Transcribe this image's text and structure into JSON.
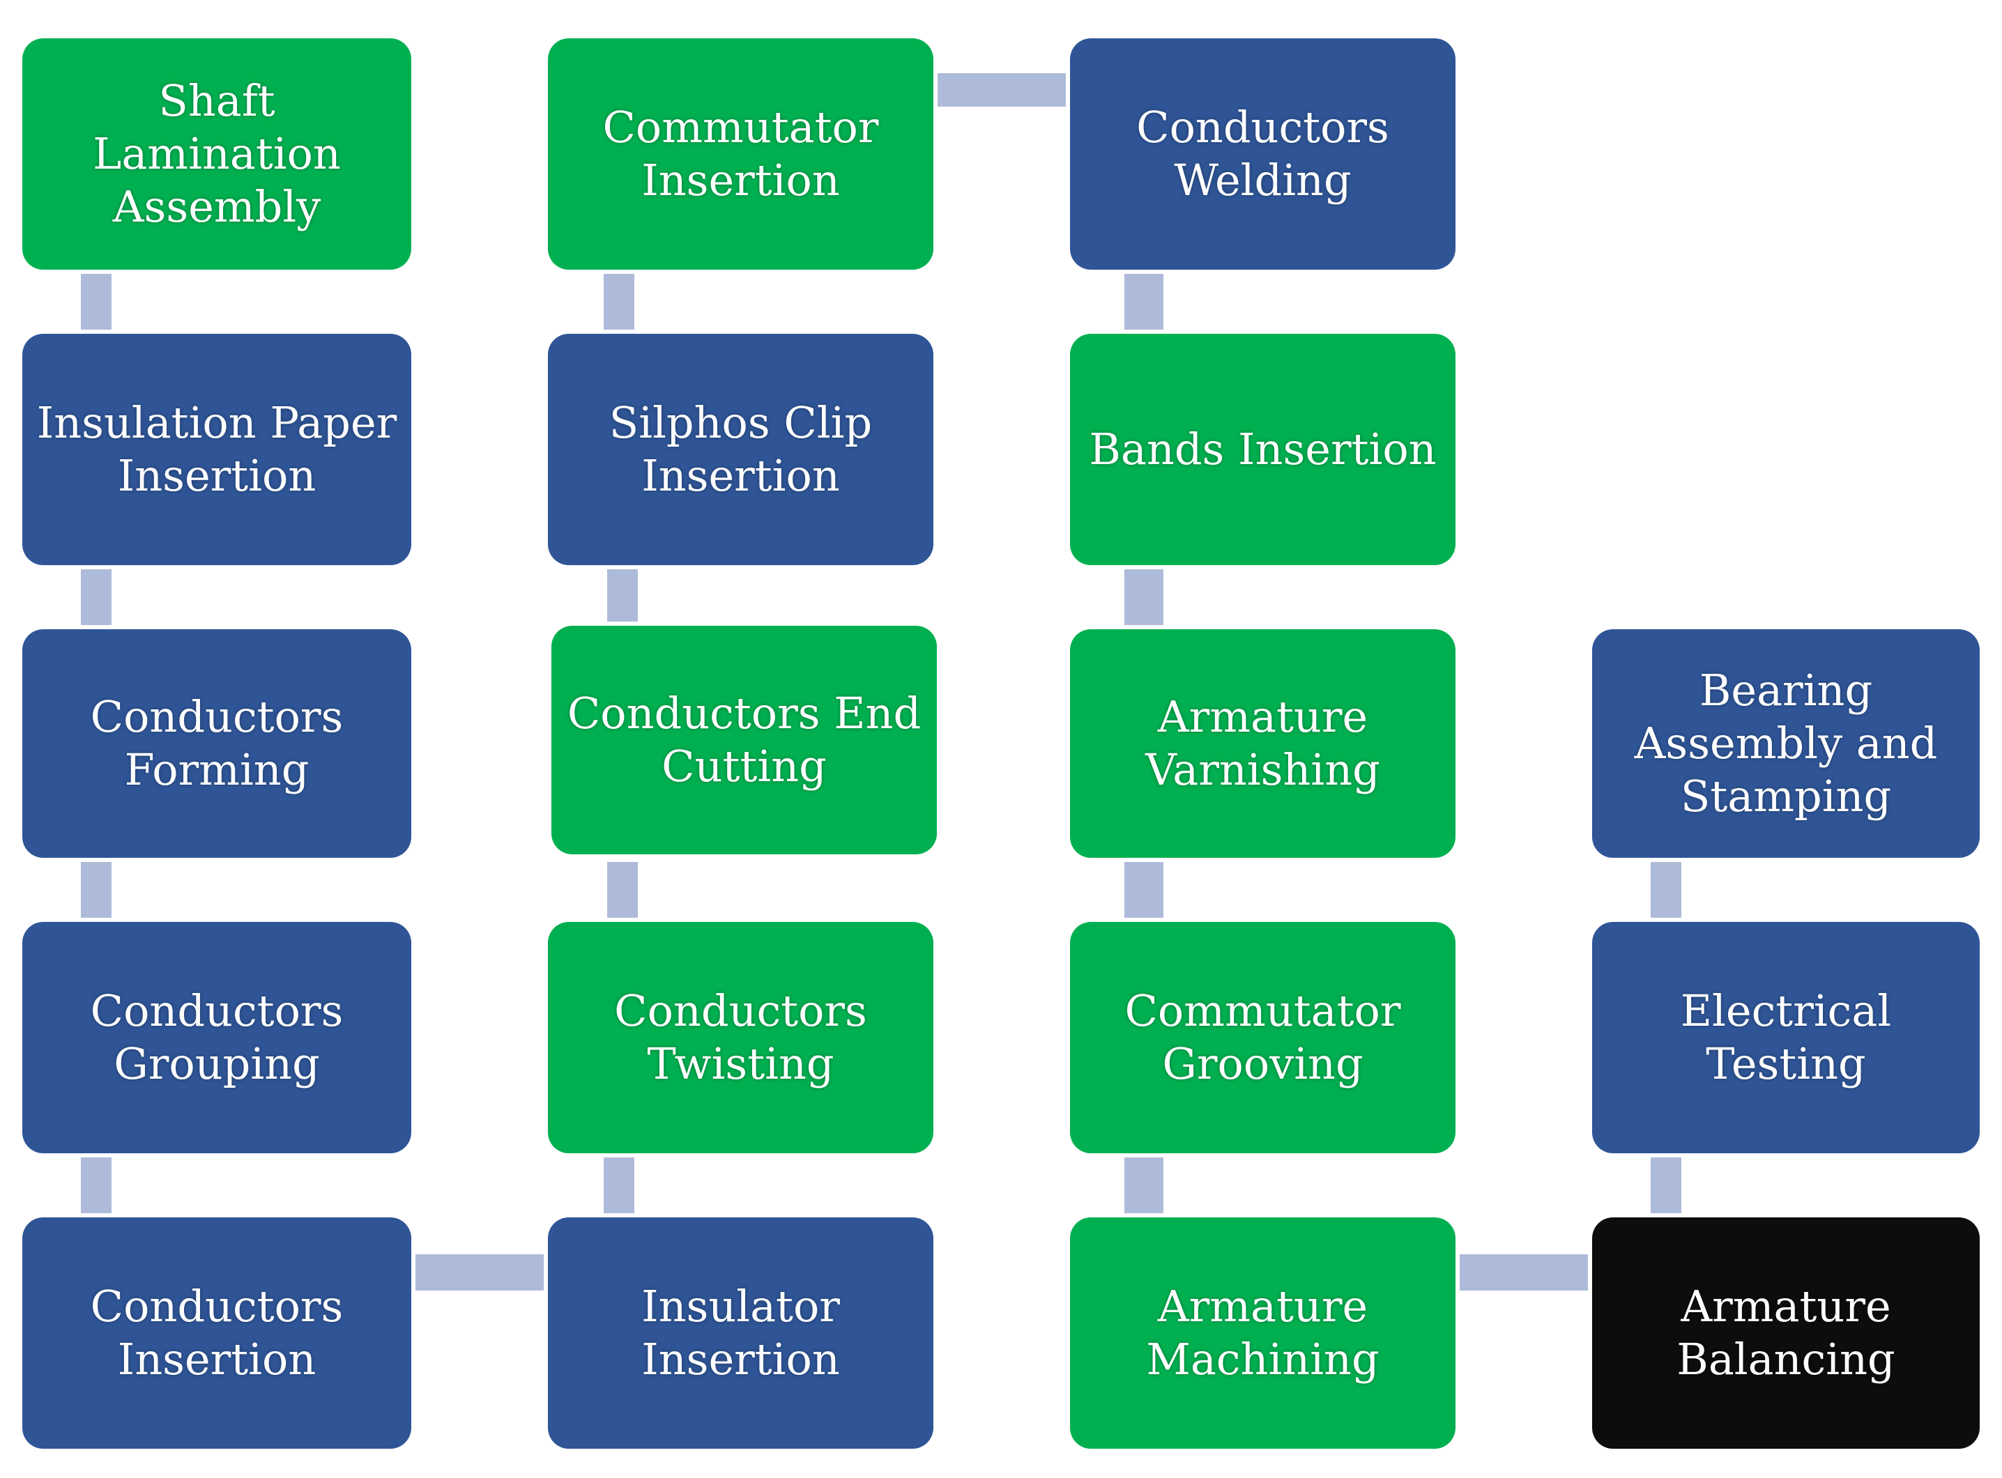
{
  "colors": {
    "green": "#00b050",
    "blue": "#2f5597",
    "black": "#0d0d0d",
    "connector": "#aebad9"
  },
  "nodes": {
    "shaft_lamination_assembly": "Shaft Lamination Assembly",
    "insulation_paper_insertion": "Insulation Paper Insertion",
    "conductors_forming": "Conductors Forming",
    "conductors_grouping": "Conductors Grouping",
    "conductors_insertion": "Conductors Insertion",
    "commutator_insertion": "Commutator Insertion",
    "silphos_clip_insertion": "Silphos Clip Insertion",
    "conductors_end_cutting": "Conductors End Cutting",
    "conductors_twisting": "Conductors Twisting",
    "insulator_insertion": "Insulator Insertion",
    "conductors_welding": "Conductors Welding",
    "bands_insertion": "Bands Insertion",
    "armature_varnishing": "Armature Varnishing",
    "commutator_grooving": "Commutator Grooving",
    "armature_machining": "Armature Machining",
    "bearing_assembly_and_stamping": "Bearing Assembly and Stamping",
    "electrical_testing": "Electrical Testing",
    "armature_balancing": "Armature Balancing"
  }
}
